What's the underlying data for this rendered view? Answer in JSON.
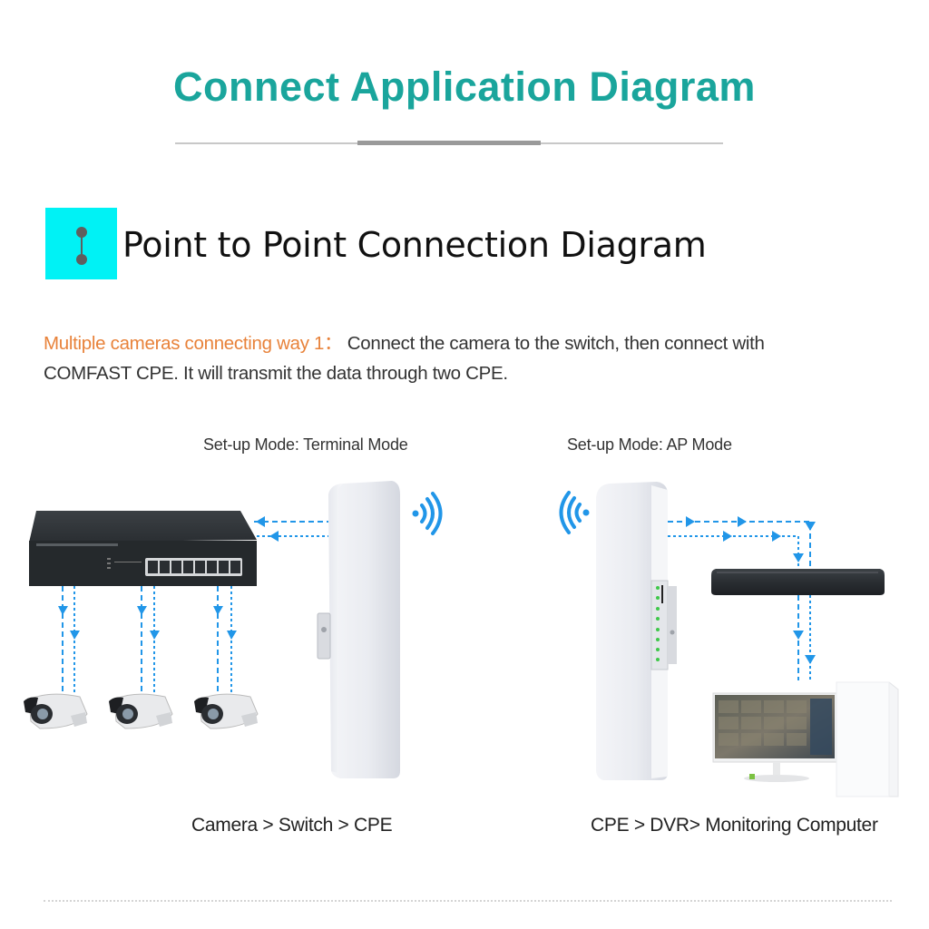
{
  "header": {
    "title": "Connect Application Diagram"
  },
  "section": {
    "icon": "point-to-point-icon",
    "title": "Point to Point Connection Diagram"
  },
  "description": {
    "accent_label": "Multiple cameras connecting way 1：",
    "text_line1": " Connect the camera to the switch, then connect with",
    "text_line2": "COMFAST CPE. It will transmit the data through two CPE."
  },
  "left_panel": {
    "mode_label": "Set-up Mode: Terminal Mode",
    "caption": "Camera > Switch > CPE",
    "devices": [
      "switch",
      "camera",
      "camera",
      "camera",
      "cpe"
    ],
    "signal_icon": "wifi-signal-right-icon"
  },
  "right_panel": {
    "mode_label": "Set-up Mode: AP Mode",
    "caption": "CPE > DVR> Monitoring Computer",
    "devices": [
      "cpe",
      "dvr",
      "monitor",
      "pc-tower"
    ],
    "signal_icon": "wifi-signal-left-icon"
  },
  "colors": {
    "title": "#1aa59c",
    "accent_text": "#e8823a",
    "badge": "#00f2f5",
    "arrow": "#2196e8",
    "device_dark": "#2b2f33",
    "cpe_body": "#eceef3"
  }
}
